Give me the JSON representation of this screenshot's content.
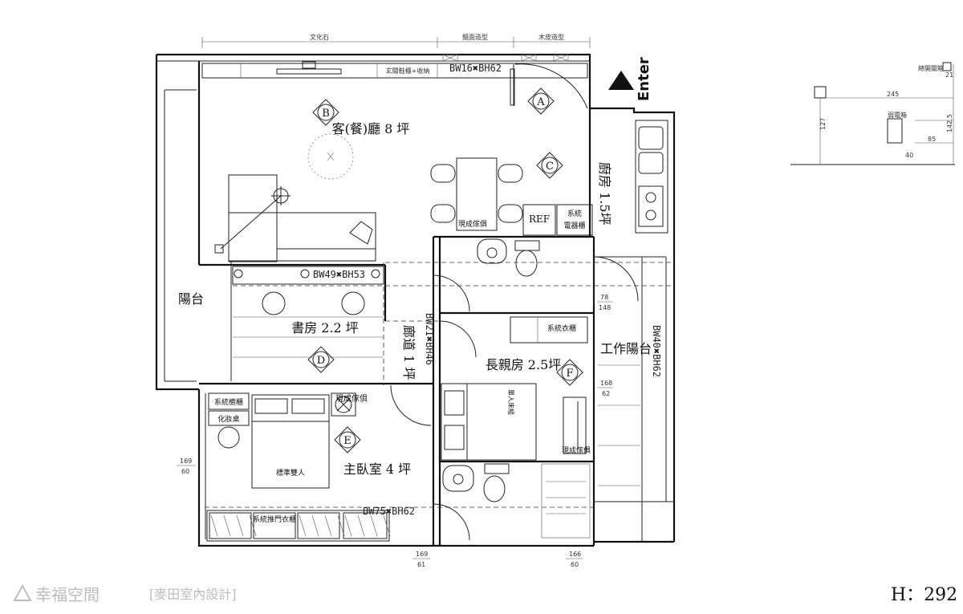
{
  "rooms": {
    "living_dining": "客(餐)廳 8 坪",
    "kitchen": "廚房 1.5坪",
    "study": "書房 2.2 坪",
    "corridor": "廊道 1 坪",
    "elder_room": "長親房 2.5坪",
    "master_bedroom": "主臥室 4 坪",
    "balcony": "陽台",
    "service_balcony": "工作陽台"
  },
  "entry": {
    "label": "Enter"
  },
  "markers": {
    "a": "A",
    "b": "B",
    "c": "C",
    "d": "D",
    "e": "E",
    "f": "F"
  },
  "cabinet_codes": {
    "entry": "BW16✖BH62",
    "study": "BW49✖BH53",
    "corridor": "BW21✖BH46",
    "service_balcony": "BW40✖BH62",
    "master_wardrobe": "BW75✖BH62"
  },
  "dimensions": {
    "d1_top": "78",
    "d1_bottom": "148",
    "d2_top": "168",
    "d2_bottom": "62",
    "d3_top": "169",
    "d3_bottom": "60",
    "d4_top": "169",
    "d4_bottom": "61",
    "d5_top": "166",
    "d5_bottom": "60"
  },
  "labels": {
    "stone_wall": "文化石",
    "mirror_shape": "鏡面造型",
    "wood_shape": "木皮造型",
    "shoe_cabinet": "玄關鞋櫃+收納",
    "existing_furniture_dining": "現成傢俱",
    "refrigerator": "REF",
    "system_cabinet_1": "系統",
    "system_cabinet_2": "電器櫃",
    "system_wardrobe_elder": "系統衣櫃",
    "single_bed": "單人床組",
    "existing_furniture_elder": "現成傢俱",
    "vanity_cabinet": "系統櫥櫃",
    "vanity_desk": "化妝桌",
    "existing_furniture_master": "現成傢俱",
    "double_bed": "標準雙人",
    "sliding_wardrobe": "系統推門衣櫃"
  },
  "detail": {
    "label_1": "總開關箱",
    "label_2": "弱電箱",
    "dim_width": "245",
    "dim_height": "127",
    "dim_small_1": "85",
    "dim_small_2": "40",
    "dim_side": "142.5",
    "dim_corner": "21"
  },
  "watermark": {
    "brand": "幸福空間",
    "firm": "[麥田室內設計]"
  },
  "height_label": "H：292"
}
